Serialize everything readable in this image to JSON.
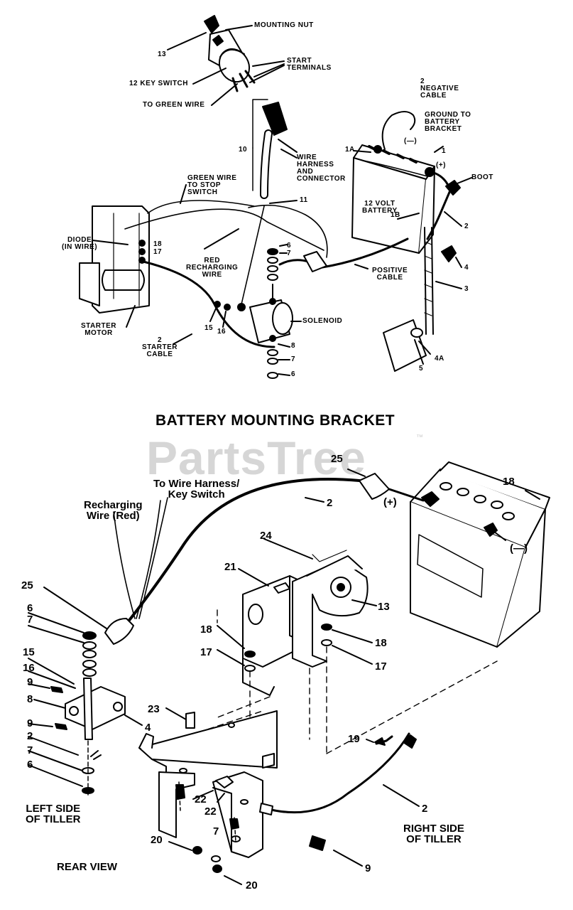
{
  "watermark": {
    "brand": "PartsTree",
    "trademark": "™"
  },
  "top_section": {
    "labels": {
      "mounting_nut": "MOUNTING NUT",
      "start_terminals": "START\nTERMINALS",
      "key_switch": "12 KEY SWITCH",
      "to_green_wire": "TO GREEN WIRE",
      "negative_cable": "2\nNEGATIVE\nCABLE",
      "ground_to_battery": "GROUND TO\nBATTERY\nBRACKET",
      "wire_harness": "WIRE\nHARNESS\nAND\nCONNECTOR",
      "green_wire_stop": "GREEN WIRE\nTO STOP\nSWITCH",
      "battery_12v": "12 VOLT\nBATTERY",
      "boot": "BOOT",
      "diode": "DIODE\n(IN WIRE)",
      "red_recharging": "RED\nRECHARGING\nWIRE",
      "positive_cable": "POSITIVE\nCABLE",
      "solenoid": "SOLENOID",
      "starter_motor": "STARTER\nMOTOR",
      "starter_cable": "2\nSTARTER\nCABLE"
    },
    "callouts": {
      "c13": "13",
      "c10": "10",
      "c11": "11",
      "c1a": "1A",
      "c1": "1",
      "c1b": "1B",
      "neg": "(—)",
      "pos": "(+)",
      "c2": "2",
      "c18": "18",
      "c17": "17",
      "c6": "6",
      "c7": "7",
      "c4": "4",
      "c3": "3",
      "c15": "15",
      "c16": "16",
      "c8": "8",
      "c7b": "7",
      "c6b": "6",
      "c5": "5",
      "c4a": "4A"
    }
  },
  "title": "BATTERY MOUNTING BRACKET",
  "bottom_section": {
    "labels": {
      "to_wire_harness": "To Wire Harness/\nKey Switch",
      "recharging_wire": "Recharging\nWire (Red)",
      "left_side": "LEFT SIDE\nOF TILLER",
      "rear_view": "REAR  VIEW",
      "right_side": "RIGHT SIDE\nOF TILLER"
    },
    "callouts": {
      "n25a": "25",
      "n2a": "2",
      "pos": "(+)",
      "n18a": "18",
      "neg": "(—)",
      "n24": "24",
      "n21": "21",
      "n13": "13",
      "n25b": "25",
      "n6": "6",
      "n7": "7",
      "n18b": "18",
      "n18c": "18",
      "n17a": "17",
      "n17b": "17",
      "n15": "15",
      "n16": "16",
      "n9a": "9",
      "n8": "8",
      "n4": "4",
      "n23": "23",
      "n9b": "9",
      "n2b": "2",
      "n7b": "7",
      "n6b": "6",
      "n19": "19",
      "n2c": "2",
      "n22a": "22",
      "n22b": "22",
      "n20a": "20",
      "n7c": "7",
      "n9c": "9",
      "n20b": "20"
    }
  }
}
